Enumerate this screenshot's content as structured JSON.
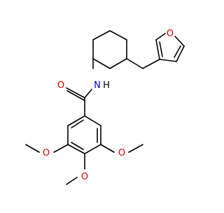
{
  "molecule": {
    "atom_labels": {
      "furan_oxygen": "O",
      "carbonyl_oxygen": "O",
      "amide_nitrogen": "N",
      "amide_hydrogen": "H",
      "methoxy_left_oxygen": "O",
      "methoxy_bottom_oxygen": "O",
      "methoxy_right_oxygen": "O"
    },
    "colors": {
      "bond": "#000000",
      "oxygen": "#e00000",
      "nitrogen": "#0000e0",
      "background": "#ffffff"
    }
  }
}
